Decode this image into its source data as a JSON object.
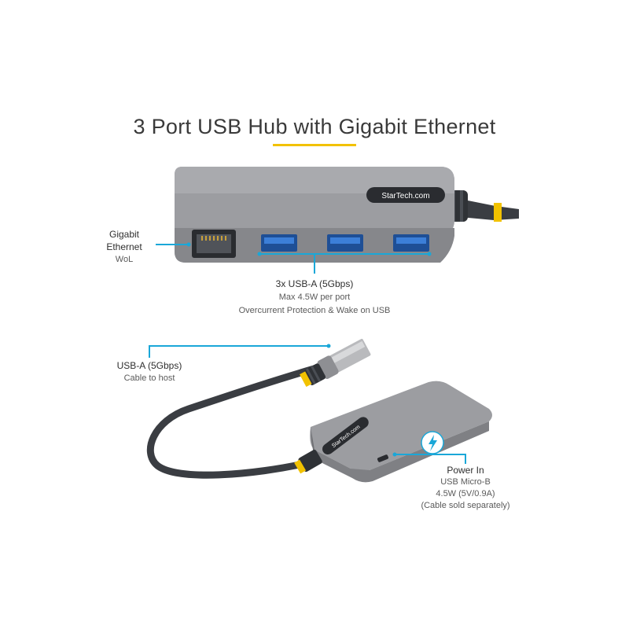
{
  "title": "3 Port USB Hub with Gigabit Ethernet",
  "colors": {
    "accent": "#f2c200",
    "callout_line": "#1aa7d8",
    "device_body": "#8e8f93",
    "device_top": "#9c9da1",
    "cable": "#3a3d42"
  },
  "brand": {
    "logo_text": "StarTech.com"
  },
  "callouts": {
    "ethernet": {
      "line1": "Gigabit",
      "line2": "Ethernet",
      "line3": "WoL"
    },
    "usb_ports": {
      "line1": "3x USB-A (5Gbps)",
      "line2": "Max 4.5W per port",
      "line3": "Overcurrent Protection & Wake on USB"
    },
    "host_cable": {
      "line1": "USB-A (5Gbps)",
      "line2": "Cable to host"
    },
    "power": {
      "line1": "Power In",
      "line2": "USB Micro-B",
      "line3": "4.5W (5V/0.9A)",
      "line4": "(Cable sold separately)"
    }
  },
  "icons": {
    "power": "lightning-bolt-icon"
  }
}
